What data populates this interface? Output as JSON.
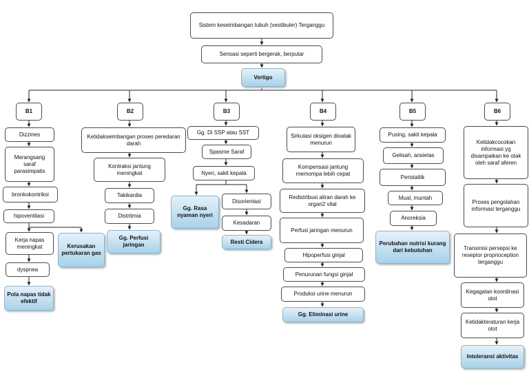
{
  "top": {
    "root": "Sistem keseimbangan tubuh (vestibuler) Terganggu",
    "sensation": "Sensasi seperti bergerak, berputar",
    "vertigo": "Vertigo"
  },
  "b1": {
    "header": "B1",
    "dizzines": "Dizzines",
    "merangsang": "Merangsang saraf parasimpatis",
    "bronko": "bronkokontriksi",
    "hipoventilasi": "hipoventilasi",
    "kerja_napas": "Kerja napas meningkat",
    "dyspnea": "dyspnea",
    "dx_pola": "Pola napas tidak efektif",
    "dx_gas": "Kerusakan pertukaran gas"
  },
  "b2": {
    "header": "B2",
    "ketidakseimbangan": "Ketidakseimbangan proses peredaran darah",
    "kontraksi": "Kontraksi jantung meningkat",
    "takikardia": "Takikardia",
    "distritmia": "Distritmia",
    "dx_perfusi": "Gg. Perfusi jaringan"
  },
  "b3": {
    "header": "B3",
    "ssp": "Gg. Di SSP atau SST",
    "spasme": "Spasme Saraf",
    "nyeri": "Nyeri, sakit kepala",
    "dx_nyeri": "Gg. Rasa nyaman nyeri",
    "disorientasi": "Disorientasi",
    "kesadaran": "Kesadaran",
    "dx_cidera": "Resti Cidera"
  },
  "b4": {
    "header": "B4",
    "sirkulasi": "Sirkulasi oksigen dioatak menurun",
    "kompensasi": "Kompensasi jantung memompa lebih cepat",
    "redistribusi": "Redistribusi aliran darah ke organ2 vital",
    "perfusi": "Perfusi jaringan menurun",
    "hipoperfusi": "Hipoperfusi ginjal",
    "penurunan": "Penurunan fungsi ginjal",
    "produksi": "Produksi urine menurun",
    "dx_eliminasi": "Gg. Eliminasi urine"
  },
  "b5": {
    "header": "B5",
    "pusing": "Pusing, sakit kepala",
    "gelisah": "Gelisah, ansietas",
    "peristaltik": "Peristaltik",
    "mual": "Mual, muntah",
    "anoreksia": "Anoreksia",
    "dx_nutrisi": "Perubahan nutrisi kurang dari kebutuhan"
  },
  "b6": {
    "header": "B6",
    "ketidakcocokan": "Ketidakcocokan informasi yg disampaikan ke otak oleh saraf aferen",
    "proses": "Proses pengolahan informasi terganggu",
    "transmisi": "Transmisi persepsi ke reseptor proprioception terganggu",
    "kegagalan": "Kegagalan koordinasi otot",
    "ketidakteraturan": "Ketidakteraturan kerja otot",
    "dx_intoleransi": "Intoleransi aktivitas"
  }
}
